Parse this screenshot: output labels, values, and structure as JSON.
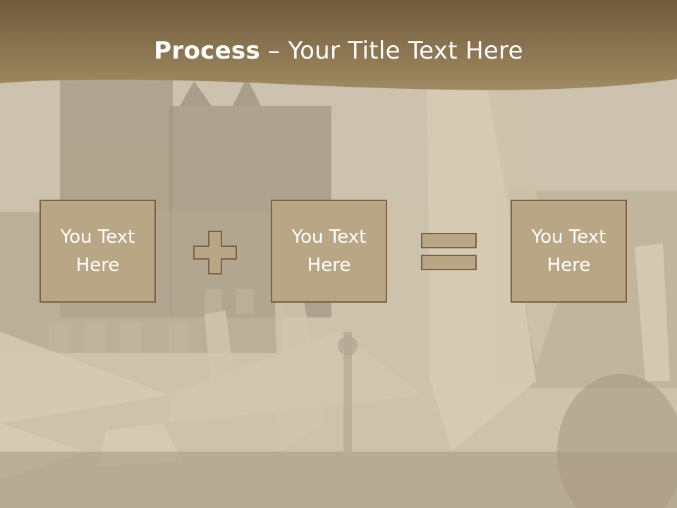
{
  "title": {
    "bold": "Process",
    "rest": " – Your Title Text Here"
  },
  "boxes": [
    {
      "text": "You Text\nHere"
    },
    {
      "text": "You Text\nHere"
    },
    {
      "text": "You Text\nHere"
    }
  ],
  "colors": {
    "banner": "#8b7551",
    "box_fill": "#b9a684",
    "box_border": "#7a6344",
    "photo_tint": "#cfc2a8"
  },
  "icons": [
    "plus-icon",
    "equals-icon"
  ]
}
